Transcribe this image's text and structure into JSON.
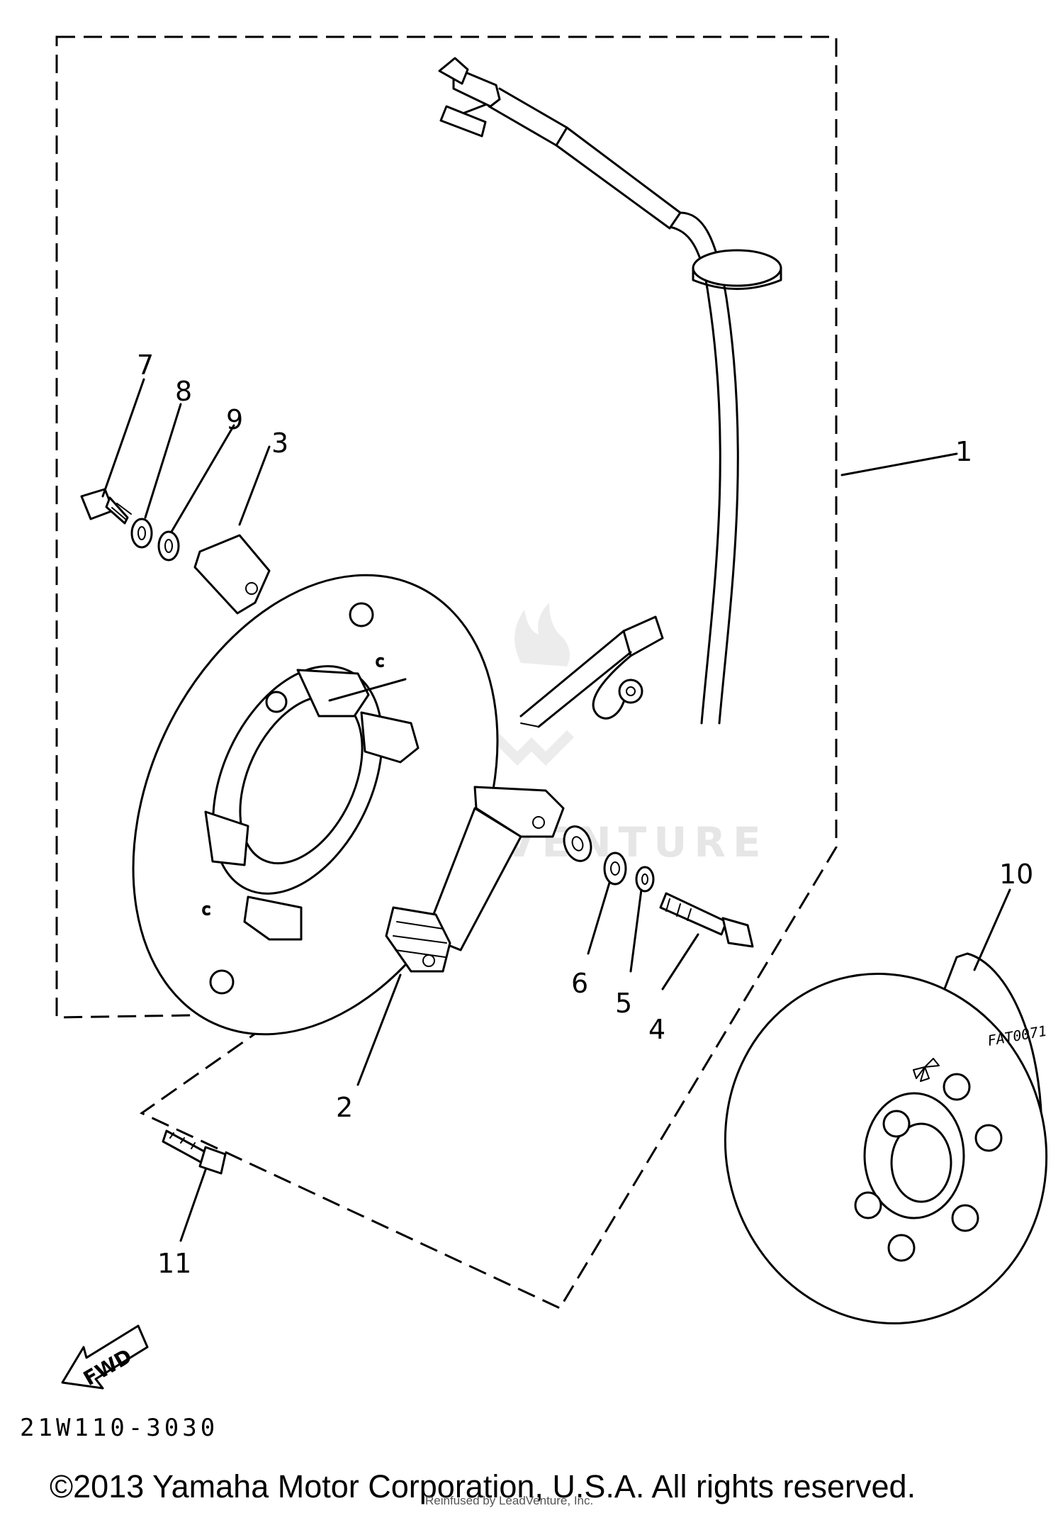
{
  "diagram": {
    "callouts": [
      {
        "id": "1",
        "label": "1"
      },
      {
        "id": "2",
        "label": "2"
      },
      {
        "id": "3",
        "label": "3"
      },
      {
        "id": "4",
        "label": "4"
      },
      {
        "id": "5",
        "label": "5"
      },
      {
        "id": "6",
        "label": "6"
      },
      {
        "id": "7",
        "label": "7"
      },
      {
        "id": "8",
        "label": "8"
      },
      {
        "id": "9",
        "label": "9"
      },
      {
        "id": "10",
        "label": "10"
      },
      {
        "id": "11",
        "label": "11"
      }
    ],
    "direction_label": "FWD",
    "rotor_stamp": "FAT0071",
    "part_code": "21W110-3030"
  },
  "watermark": {
    "text": "LEADVENTURE"
  },
  "footer": {
    "copyright": "©2013 Yamaha Motor Corporation, U.S.A. All rights reserved.",
    "credit": "Reinfused by LeadVenture, Inc."
  }
}
